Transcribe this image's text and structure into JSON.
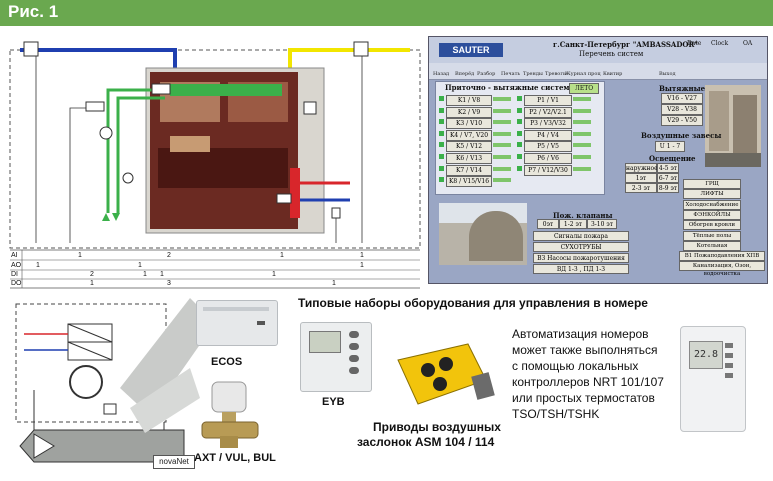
{
  "figure": {
    "title": "Рис. 1"
  },
  "schematic": {
    "table_rows": [
      {
        "label": "AI",
        "vals": [
          "1",
          "2",
          "1",
          "1"
        ]
      },
      {
        "label": "AO",
        "vals": [
          "1",
          "1",
          "1"
        ]
      },
      {
        "label": "DI",
        "vals": [
          "2",
          "1",
          "1",
          "1"
        ]
      },
      {
        "label": "DO",
        "vals": [
          "1",
          "3",
          "1"
        ]
      }
    ]
  },
  "scada": {
    "logo": "SAUTER",
    "site": "г.Санкт-Петербург \"AMBASSADOR\"",
    "subtitle": "Перечень систем",
    "date_label": "Date",
    "clock_label": "Clock",
    "oa_label": "OA",
    "toolbar": [
      "Назад",
      "Вперёд",
      "Разбор",
      "Печать",
      "Тренды",
      "Тревоги",
      "Журнал проц",
      "Квитир",
      "Выход"
    ],
    "left_title": "Приточно - вытяжные системы",
    "left_badge": "ЛЕТО",
    "left_items": [
      "K1 / V8",
      "K2 / V9",
      "K3 / V10",
      "K4 / V7, V20",
      "K5 / V12",
      "K6 / V13",
      "K7 / V14",
      "K8 / V15/V16"
    ],
    "mid_items": [
      "P1 / V1",
      "P2 / V2/V2.1",
      "P3 / V3/V32",
      "P4 / V4",
      "P5 / V5",
      "P6 / V6",
      "P7 / V12/V30"
    ],
    "right_title": "Вытяжные системы",
    "right_items": [
      "V16 - V27",
      "V28 - V38",
      "V29 - V50"
    ],
    "air_title": "Воздушные завесы",
    "air_item": "U 1 - 7",
    "light_title": "Освещение",
    "light_rows": [
      [
        "наружное",
        "4-5 эт"
      ],
      [
        "1эт",
        "6-7 эт"
      ],
      [
        "2-3 эт",
        "8-9 эт"
      ]
    ],
    "fire_title": "Пож. клапаны",
    "fire_items": [
      "0эт",
      "1-2 эт",
      "3-10 эт"
    ],
    "center_buttons": [
      "Сигналы пожара",
      "СУХОТРУБЫ",
      "ВЗ Насосы пожаротушения",
      "ВД 1-3 , ПД 1-3"
    ],
    "right_buttons": [
      "ГРЩ",
      "ЛИФТЫ",
      "Холодоснабжение",
      "ФЭНКОЙЛЫ",
      "Обогрев кровли",
      "Тёплые полы",
      "Котельная",
      "В1 Пожаподавления ХПВ",
      "Канализация, Озон, водоочистка"
    ]
  },
  "bottom": {
    "title": "Типовые наборы оборудования для управления в номере",
    "novanet": "novaNet",
    "ecos": "ECOS",
    "eyb": "EYB",
    "axt": "AXT / VUL, BUL",
    "asm": "Приводы воздушных заслонок ASM 104 / 114",
    "asm_line1": "Приводы воздушных",
    "asm_line2": "заслонок ASM 104 / 114",
    "desc_lines": [
      "Автоматизация номеров",
      "может также выполняться",
      "с помощью локальных",
      "контроллеров NRT 101/107",
      "или простых термостатов",
      "TSO/TSH/TSHK"
    ],
    "display_value": "22.8"
  },
  "colors": {
    "header": "#6aa84f",
    "supply_blue": "#1f3fb0",
    "return_yellow": "#f2e600",
    "pipe_green": "#3bb04a",
    "pipe_red": "#d8262b"
  }
}
